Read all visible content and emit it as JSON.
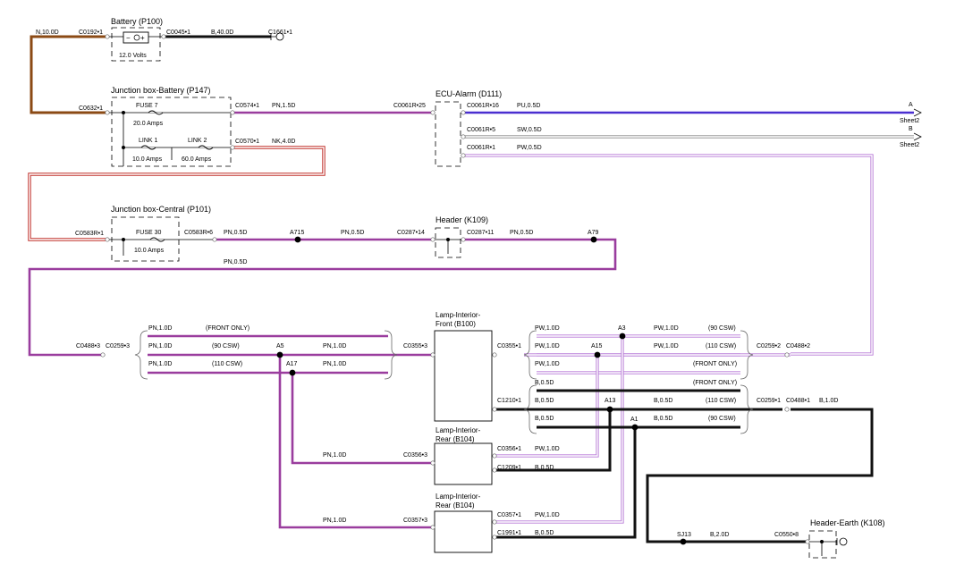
{
  "colors": {
    "brown": "#8b4a14",
    "black": "#111111",
    "pink": "#9a3d9e",
    "purple_blue": "#4a2fd0",
    "grey": "#bdbdbd",
    "red": "#c0302a",
    "pale_purple": "#b678d6"
  },
  "components": {
    "battery": {
      "title": "Battery (P100)",
      "rating": "12.0 Volts"
    },
    "jb_battery": {
      "title": "Junction box-Battery (P147)",
      "fuse": "FUSE 7",
      "fuse_rating": "20.0 Amps",
      "link1": "LINK 1",
      "link1_rating": "10.0 Amps",
      "link2": "LINK 2",
      "link2_rating": "60.0 Amps"
    },
    "ecu_alarm": {
      "title": "ECU-Alarm (D111)"
    },
    "jb_central": {
      "title": "Junction box-Central (P101)",
      "fuse": "FUSE 30",
      "fuse_rating": "10.0 Amps"
    },
    "header_k109": {
      "title": "Header (K109)"
    },
    "lamp_front": {
      "title": [
        "Lamp-Interior-",
        "Front (B100)"
      ]
    },
    "lamp_rear1": {
      "title": [
        "Lamp-Interior-",
        "Rear (B104)"
      ]
    },
    "lamp_rear2": {
      "title": [
        "Lamp-Interior-",
        "Rear (B104)"
      ]
    },
    "header_earth": {
      "title": "Header-Earth (K108)"
    }
  },
  "connectors": {
    "c0192": "C0192•1",
    "c0045": "C0045•1",
    "c1661": "C1661•1",
    "c0632": "C0632•1",
    "c0574": "C0574•1",
    "c0570": "C0570•1",
    "c0061r25": "C0061R•25",
    "c0061r16": "C0061R•16",
    "c0061r5": "C0061R•5",
    "c0061r1": "C0061R•1",
    "c0583r1": "C0583R•1",
    "c0583r6": "C0583R•6",
    "c0287_14": "C0287•14",
    "c0287_11": "C0287•11",
    "c0488_3": "C0488•3",
    "c0259_3": "C0259•3",
    "c0355_3": "C0355•3",
    "c0355_1": "C0355•1",
    "c0259_2": "C0259•2",
    "c0488_2": "C0488•2",
    "c1210_1": "C1210•1",
    "c0259_1": "C0259•1",
    "c0488_1": "C0488•1",
    "c0356_3": "C0356•3",
    "c0356_1": "C0356•1",
    "c1209_1": "C1209•1",
    "c0357_3": "C0357•3",
    "c0357_1": "C0357•1",
    "c1991_1": "C1991•1",
    "c0550_8": "C0550•8"
  },
  "splices": {
    "a715": "A715",
    "a79": "A79",
    "a5": "A5",
    "a17": "A17",
    "a3": "A3",
    "a15": "A15",
    "a13": "A13",
    "a1": "A1",
    "sj13": "SJ13"
  },
  "wires": {
    "n10": "N,10.0D",
    "b40": "B,40.0D",
    "pn15": "PN,1.5D",
    "nk40": "NK,4.0D",
    "pu05": "PU,0.5D",
    "sw05": "SW,0.5D",
    "pw05": "PW,0.5D",
    "pn05": "PN,0.5D",
    "pn10": "PN,1.0D",
    "pw10": "PW,1.0D",
    "b05": "B,0.5D",
    "b10": "B,1.0D",
    "b20": "B,2.0D"
  },
  "variants": {
    "front_only": "(FRONT ONLY)",
    "csw90": "(90 CSW)",
    "csw110": "(110 CSW)"
  },
  "sheet_refs": {
    "a": "A",
    "b": "B",
    "sheet": "Sheet2"
  }
}
